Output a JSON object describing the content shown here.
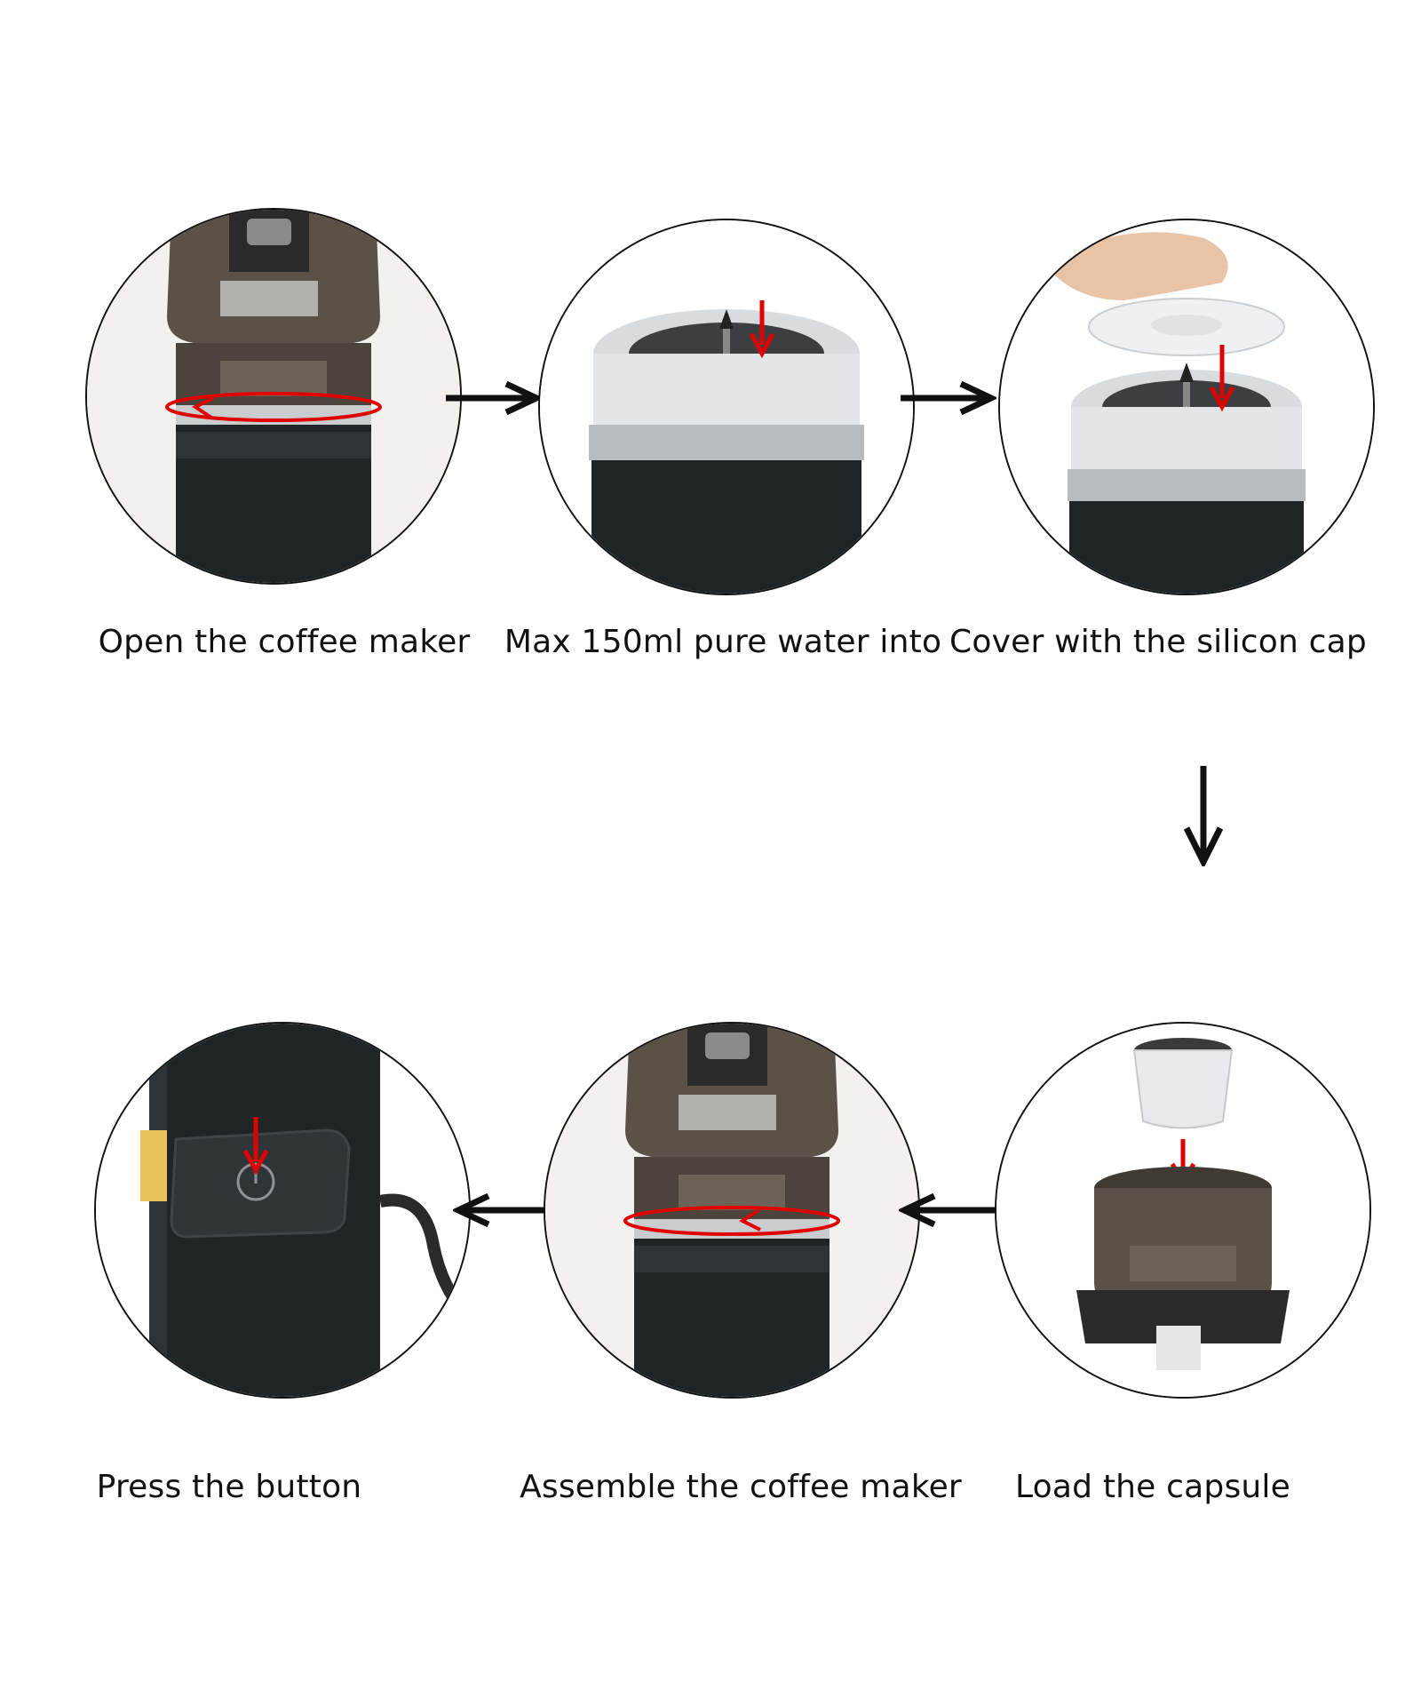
{
  "steps": [
    {
      "id": "open",
      "caption": "Open the coffee maker"
    },
    {
      "id": "water",
      "caption": "Max 150ml pure water into"
    },
    {
      "id": "cap",
      "caption": "Cover with the silicon cap"
    },
    {
      "id": "capsule",
      "caption": "Load the capsule"
    },
    {
      "id": "assemble",
      "caption": "Assemble the coffee maker"
    },
    {
      "id": "press",
      "caption": "Press the button"
    }
  ],
  "colors": {
    "accent": "#e00000",
    "body": "#1f2426",
    "smoke": "#5a5147",
    "steel": "#c9cdd0",
    "line": "#111111"
  }
}
